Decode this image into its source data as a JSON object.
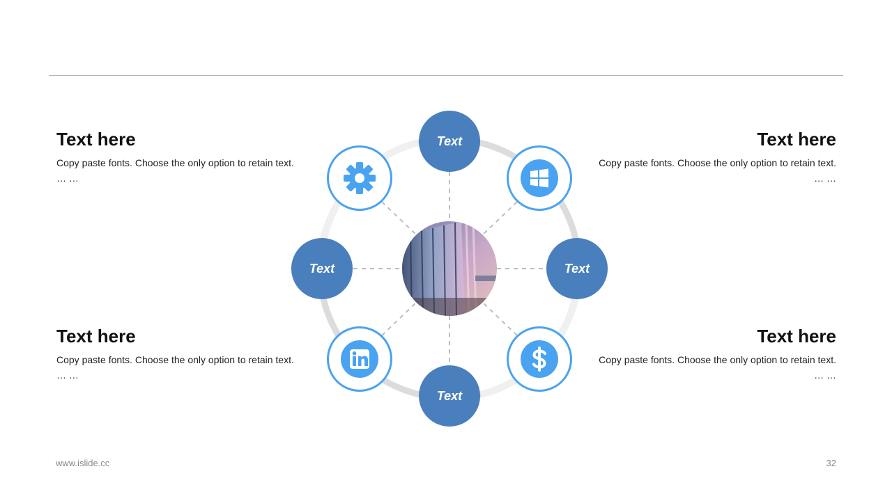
{
  "blocks": [
    {
      "title": "Text here",
      "body": "Copy paste fonts. Choose the only option to retain text.",
      "ellipsis": "… …"
    },
    {
      "title": "Text here",
      "body": "Copy paste fonts. Choose the only option to retain text.",
      "ellipsis": "… …"
    },
    {
      "title": "Text here",
      "body": "Copy paste fonts. Choose the only option to retain text.",
      "ellipsis": "… …"
    },
    {
      "title": "Text here",
      "body": "Copy paste fonts. Choose the only option to retain text.",
      "ellipsis": "… …"
    }
  ],
  "nodes": {
    "top": "Text",
    "left": "Text",
    "right": "Text",
    "bottom": "Text"
  },
  "icons": {
    "top_left": "gear-icon",
    "top_right": "windows-icon",
    "bottom_left": "linkedin-icon",
    "bottom_right": "dollar-icon"
  },
  "colors": {
    "node_fill": "#4a7fbd",
    "icon_accent": "#4aa3f0",
    "ring": "#dcdcdc"
  },
  "footer": {
    "website": "www.islide.cc",
    "page_number": "32"
  }
}
